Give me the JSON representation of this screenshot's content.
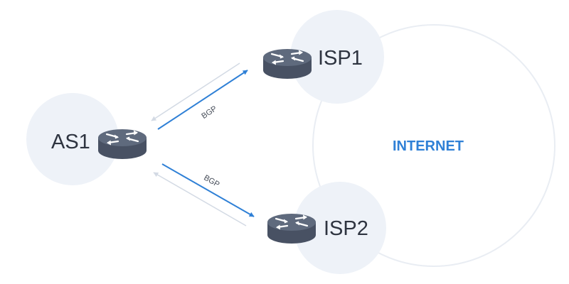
{
  "nodes": {
    "as1": {
      "label": "AS1"
    },
    "isp1": {
      "label": "ISP1"
    },
    "isp2": {
      "label": "ISP2"
    }
  },
  "cloud": {
    "label": "INTERNET"
  },
  "links": {
    "top": {
      "label": "BGP"
    },
    "bottom": {
      "label": "BGP"
    }
  },
  "colors": {
    "node_bg": "#eef2f8",
    "cloud_stroke": "#e9edf3",
    "router_body": "#5a6476",
    "arrow_active": "#2f80d6",
    "arrow_return": "#d3dae4",
    "internet_text": "#2f80d6"
  },
  "icons": {
    "router": "router-icon",
    "arrow": "arrow-icon"
  }
}
